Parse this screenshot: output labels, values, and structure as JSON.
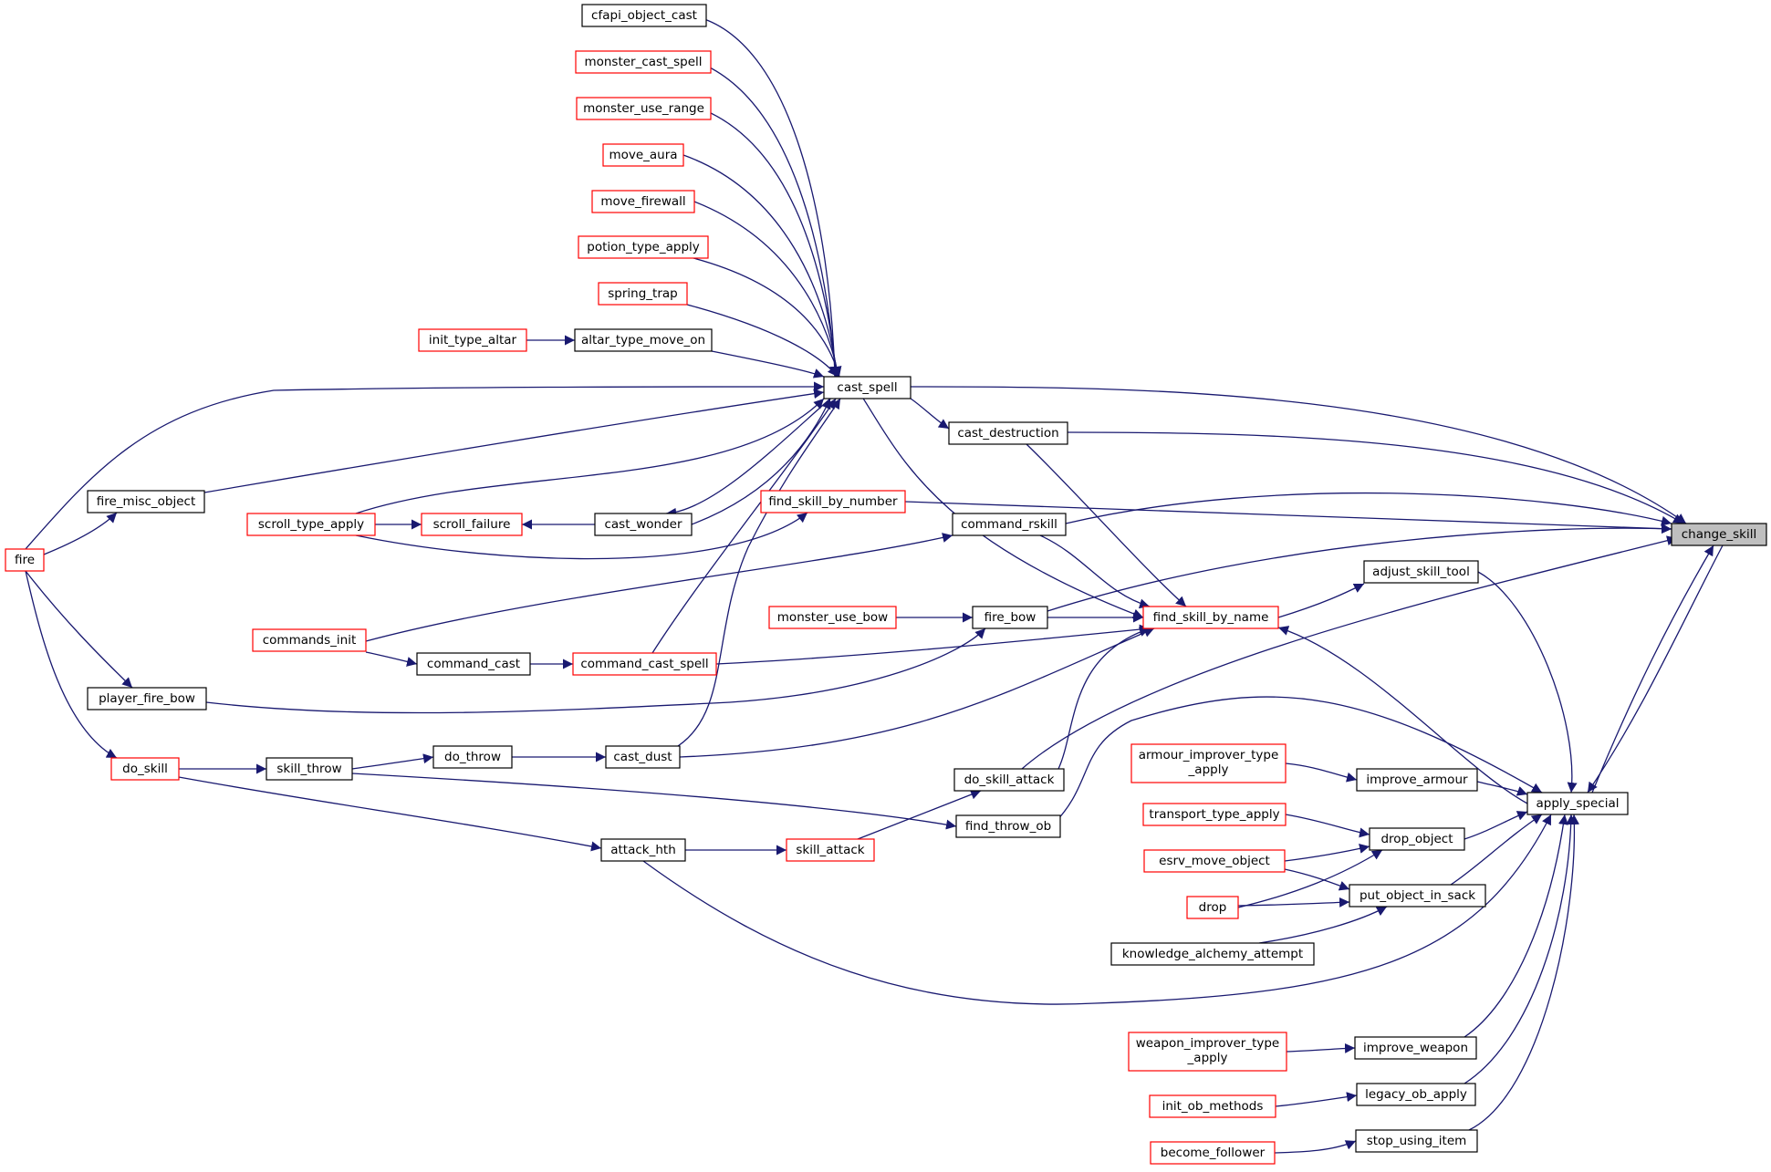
{
  "colors": {
    "edge": "#191970",
    "border_documented": "#000000",
    "border_undocumented": "#ff0000",
    "focus_fill": "#bfbfbf",
    "node_fill": "#ffffff"
  },
  "nodes": {
    "change_skill": {
      "label": "change_skill",
      "style": "focus"
    },
    "cast_spell": {
      "label": "cast_spell",
      "style": "black"
    },
    "cfapi_object_cast": {
      "label": "cfapi_object_cast",
      "style": "black"
    },
    "monster_cast_spell": {
      "label": "monster_cast_spell",
      "style": "red"
    },
    "monster_use_range": {
      "label": "monster_use_range",
      "style": "red"
    },
    "move_aura": {
      "label": "move_aura",
      "style": "red"
    },
    "move_firewall": {
      "label": "move_firewall",
      "style": "red"
    },
    "potion_type_apply": {
      "label": "potion_type_apply",
      "style": "red"
    },
    "spring_trap": {
      "label": "spring_trap",
      "style": "red"
    },
    "altar_type_move_on": {
      "label": "altar_type_move_on",
      "style": "black"
    },
    "init_type_altar": {
      "label": "init_type_altar",
      "style": "red"
    },
    "cast_destruction": {
      "label": "cast_destruction",
      "style": "black"
    },
    "find_skill_by_number": {
      "label": "find_skill_by_number",
      "style": "red"
    },
    "fire_misc_object": {
      "label": "fire_misc_object",
      "style": "black"
    },
    "scroll_type_apply": {
      "label": "scroll_type_apply",
      "style": "red"
    },
    "scroll_failure": {
      "label": "scroll_failure",
      "style": "red"
    },
    "cast_wonder": {
      "label": "cast_wonder",
      "style": "black"
    },
    "command_rskill": {
      "label": "command_rskill",
      "style": "black"
    },
    "fire": {
      "label": "fire",
      "style": "red"
    },
    "adjust_skill_tool": {
      "label": "adjust_skill_tool",
      "style": "black"
    },
    "monster_use_bow": {
      "label": "monster_use_bow",
      "style": "red"
    },
    "fire_bow": {
      "label": "fire_bow",
      "style": "black"
    },
    "find_skill_by_name": {
      "label": "find_skill_by_name",
      "style": "red"
    },
    "commands_init": {
      "label": "commands_init",
      "style": "red"
    },
    "command_cast": {
      "label": "command_cast",
      "style": "black"
    },
    "command_cast_spell": {
      "label": "command_cast_spell",
      "style": "red"
    },
    "player_fire_bow": {
      "label": "player_fire_bow",
      "style": "black"
    },
    "do_throw": {
      "label": "do_throw",
      "style": "black"
    },
    "cast_dust": {
      "label": "cast_dust",
      "style": "black"
    },
    "armour_improver_type_apply": {
      "label": "armour_improver_type\n_apply",
      "style": "red"
    },
    "do_skill": {
      "label": "do_skill",
      "style": "red"
    },
    "skill_throw": {
      "label": "skill_throw",
      "style": "black"
    },
    "do_skill_attack": {
      "label": "do_skill_attack",
      "style": "black"
    },
    "improve_armour": {
      "label": "improve_armour",
      "style": "black"
    },
    "apply_special": {
      "label": "apply_special",
      "style": "black"
    },
    "transport_type_apply": {
      "label": "transport_type_apply",
      "style": "red"
    },
    "find_throw_ob": {
      "label": "find_throw_ob",
      "style": "black"
    },
    "drop_object": {
      "label": "drop_object",
      "style": "black"
    },
    "attack_hth": {
      "label": "attack_hth",
      "style": "black"
    },
    "skill_attack": {
      "label": "skill_attack",
      "style": "red"
    },
    "esrv_move_object": {
      "label": "esrv_move_object",
      "style": "red"
    },
    "put_object_in_sack": {
      "label": "put_object_in_sack",
      "style": "black"
    },
    "drop": {
      "label": "drop",
      "style": "red"
    },
    "knowledge_alchemy_attempt": {
      "label": "knowledge_alchemy_attempt",
      "style": "black"
    },
    "weapon_improver_type_apply": {
      "label": "weapon_improver_type\n_apply",
      "style": "red"
    },
    "improve_weapon": {
      "label": "improve_weapon",
      "style": "black"
    },
    "init_ob_methods": {
      "label": "init_ob_methods",
      "style": "red"
    },
    "legacy_ob_apply": {
      "label": "legacy_ob_apply",
      "style": "black"
    },
    "become_follower": {
      "label": "become_follower",
      "style": "red"
    },
    "stop_using_item": {
      "label": "stop_using_item",
      "style": "black"
    }
  }
}
